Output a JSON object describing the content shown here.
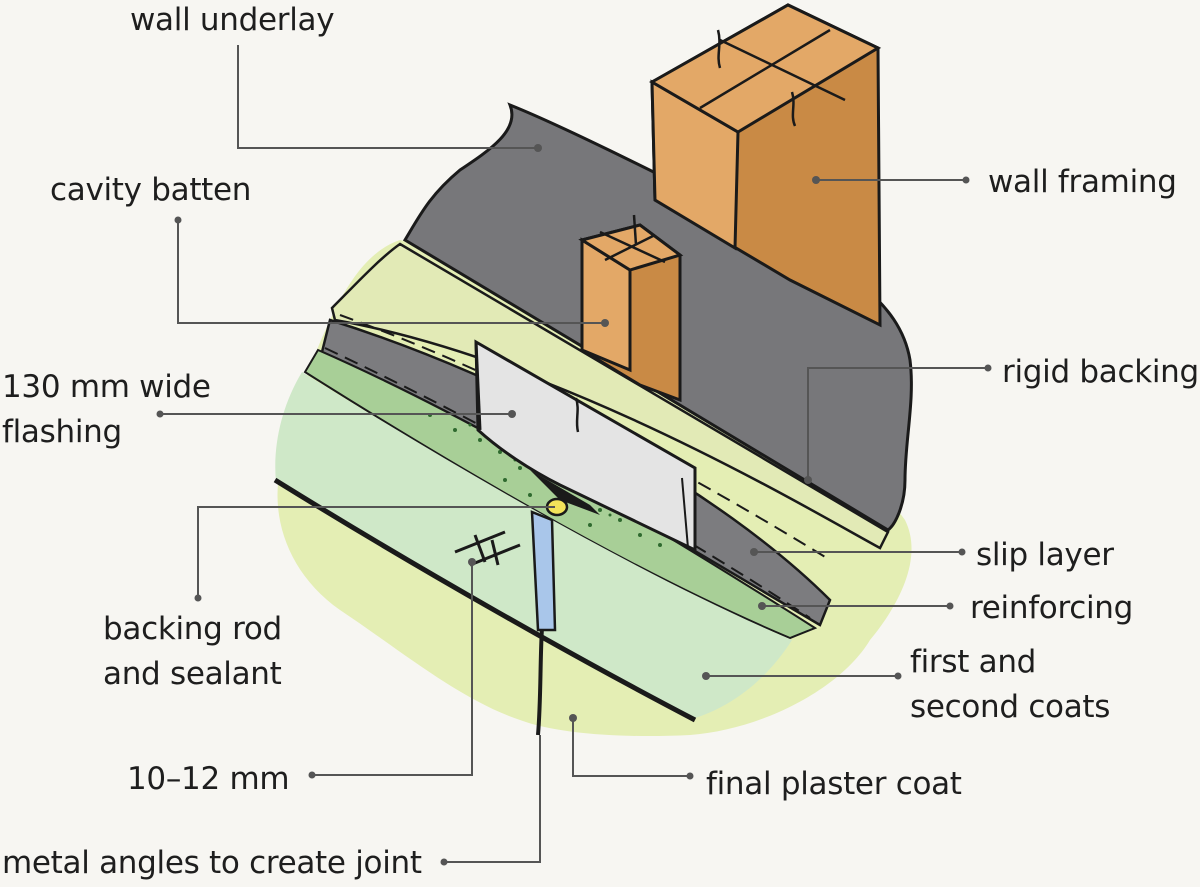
{
  "labels": {
    "wall_underlay": "wall underlay",
    "cavity_batten": "cavity batten",
    "wall_framing": "wall framing",
    "rigid_backing": "rigid backing",
    "flashing_line1": "130 mm wide",
    "flashing_line2": "flashing",
    "slip_layer": "slip layer",
    "reinforcing": "reinforcing",
    "coats_line1": "first and",
    "coats_line2": "second coats",
    "backing_rod_line1": "backing rod",
    "backing_rod_line2": "and sealant",
    "gap": "10–12 mm",
    "final_plaster": "final plaster coat",
    "metal_angles": "metal angles to create joint"
  },
  "colors": {
    "background": "#f7f6f2",
    "underlay": "#77777a",
    "timber_front": "#e3a867",
    "timber_side": "#c98a45",
    "rigid_backing": "#e2eab6",
    "reinforcing": "#a8cf97",
    "base_coat": "#cfe8c8",
    "final_coat": "#e4eeb4",
    "flashing": "#e4e4e4",
    "sealant": "#a9c6ea",
    "leader": "#555555"
  }
}
